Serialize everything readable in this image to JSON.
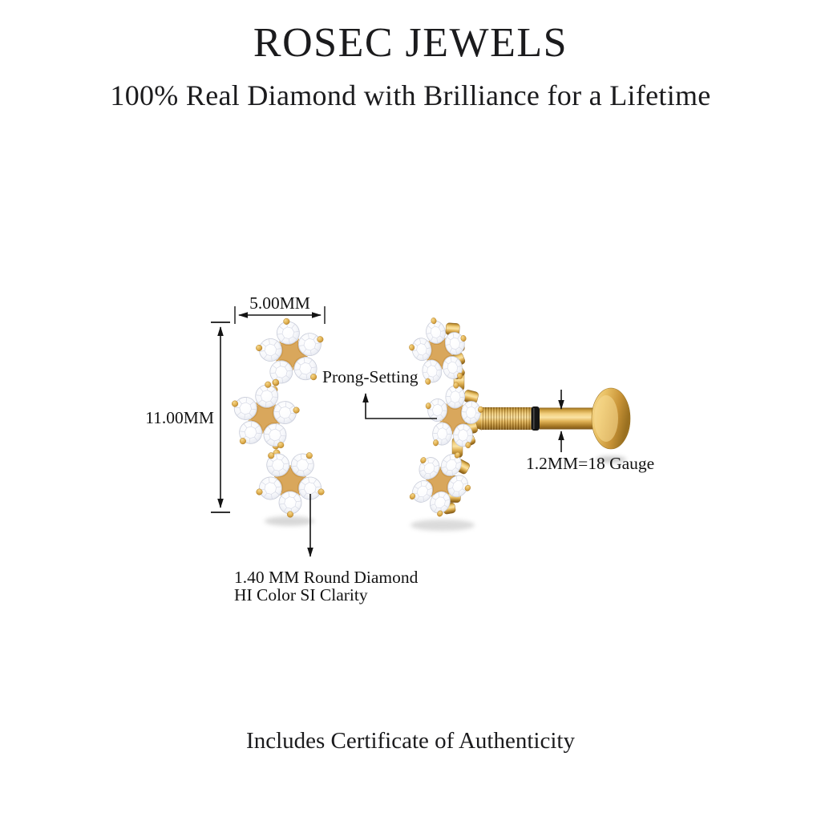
{
  "brand": {
    "title": "ROSEC JEWELS",
    "tagline": "100% Real Diamond with Brilliance for a Lifetime"
  },
  "diagram": {
    "width_label": "5.00MM",
    "height_label": "11.00MM",
    "prong_label": "Prong-Setting",
    "gauge_label": "1.2MM=18 Gauge",
    "diamond_note_line1": "1.40 MM Round Diamond",
    "diamond_note_line2": "HI Color SI Clarity"
  },
  "footer": {
    "certificate_note": "Includes Certificate of Authenticity"
  },
  "colors": {
    "background": "#FFFFFF",
    "text": "#1A1A1A",
    "gold": "#D9A75C",
    "gold_light": "#F6D98E",
    "gold_dark": "#8A5F1E",
    "diamond_white": "#FFFFFF",
    "diamond_edge": "#C9CDD9",
    "oring_black": "#161616"
  }
}
